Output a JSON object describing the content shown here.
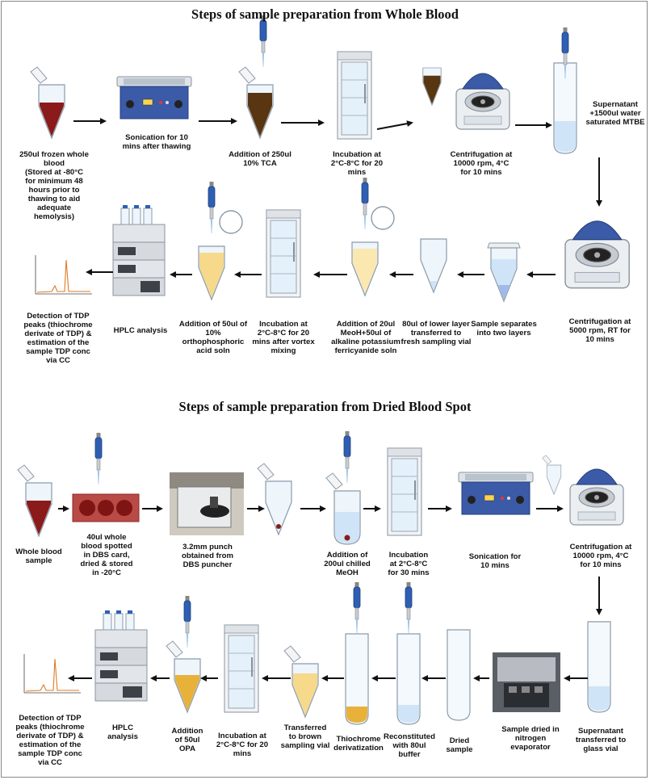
{
  "wb": {
    "title": "Steps of sample preparation from Whole Blood",
    "s1": "250ul frozen whole blood\n(Stored at -80°C\nfor minimum 48\nhours prior to\nthawing to aid\nadequate\nhemolysis)",
    "s2": "Sonication for 10\nmins after thawing",
    "s3": "Addition of 250ul\n10% TCA",
    "s4": "Incubation at\n2°C-8°C for 20\nmins",
    "s5": "Centrifugation at\n10000 rpm,  4°C\nfor 10 mins",
    "s6": "Supernatant\n+1500ul water\nsaturated MTBE",
    "s7": "Centrifugation at\n5000 rpm,  RT for\n10 mins",
    "s8": "Sample separates\ninto two layers",
    "s9": "80ul of lower layer\ntransferred to\nfresh sampling vial",
    "s10": "Addition of 20ul\nMeoH+50ul of\nalkaline potassium\nferricyanide soln",
    "s11": "Incubation at\n2°C-8°C for 20\nmins after vortex\nmixing",
    "s12": "Addition of 50ul of\n10%\northophosphoric\nacid soln",
    "s13": "HPLC analysis",
    "s14": "Detection of TDP\npeaks (thiochrome\nderivate of TDP) &\nestimation of the\nsample TDP conc\nvia CC"
  },
  "dbs": {
    "title": "Steps of sample preparation from Dried Blood Spot",
    "s1": "Whole blood\nsample",
    "s2": "40ul whole\nblood spotted\nin DBS card,\ndried & stored\nin -20°C",
    "s3": "3.2mm punch\nobtained from\nDBS puncher",
    "s4": "Addition of\n200ul chilled\nMeOH",
    "s5": "Incubation\nat 2°C-8°C\nfor 30 mins",
    "s6": "Sonication for\n10 mins",
    "s7": "Centrifugation at\n10000 rpm,  4°C\nfor 10 mins",
    "s8": "Supernatant\ntransferred to\nglass vial",
    "s9": "Sample dried in\nnitrogen\nevaporator",
    "s10": "Dried\nsample",
    "s11": "Reconstituted\nwith 80ul\nbuffer",
    "s12": "Thiochrome\nderivatization",
    "s13": "Transferred\nto brown\nsampling vial",
    "s14": "Incubation at\n2°C-8°C for 20\nmins",
    "s15": "Addition\nof 50ul\nOPA",
    "s16": "HPLC\nanalysis",
    "s17": "Detection of TDP\npeaks (thiochrome\nderivate of TDP) &\nestimation of the\nsample TDP conc\nvia CC"
  },
  "colors": {
    "blood": "#8b1a1a",
    "brown": "#5a3512",
    "yellow": "#f6d98a",
    "orange": "#e8b23a",
    "blue_light": "#cfe4f7",
    "pipette": "#2f5fb3",
    "device_blue": "#3b5ba8",
    "arrow": "#111111"
  }
}
